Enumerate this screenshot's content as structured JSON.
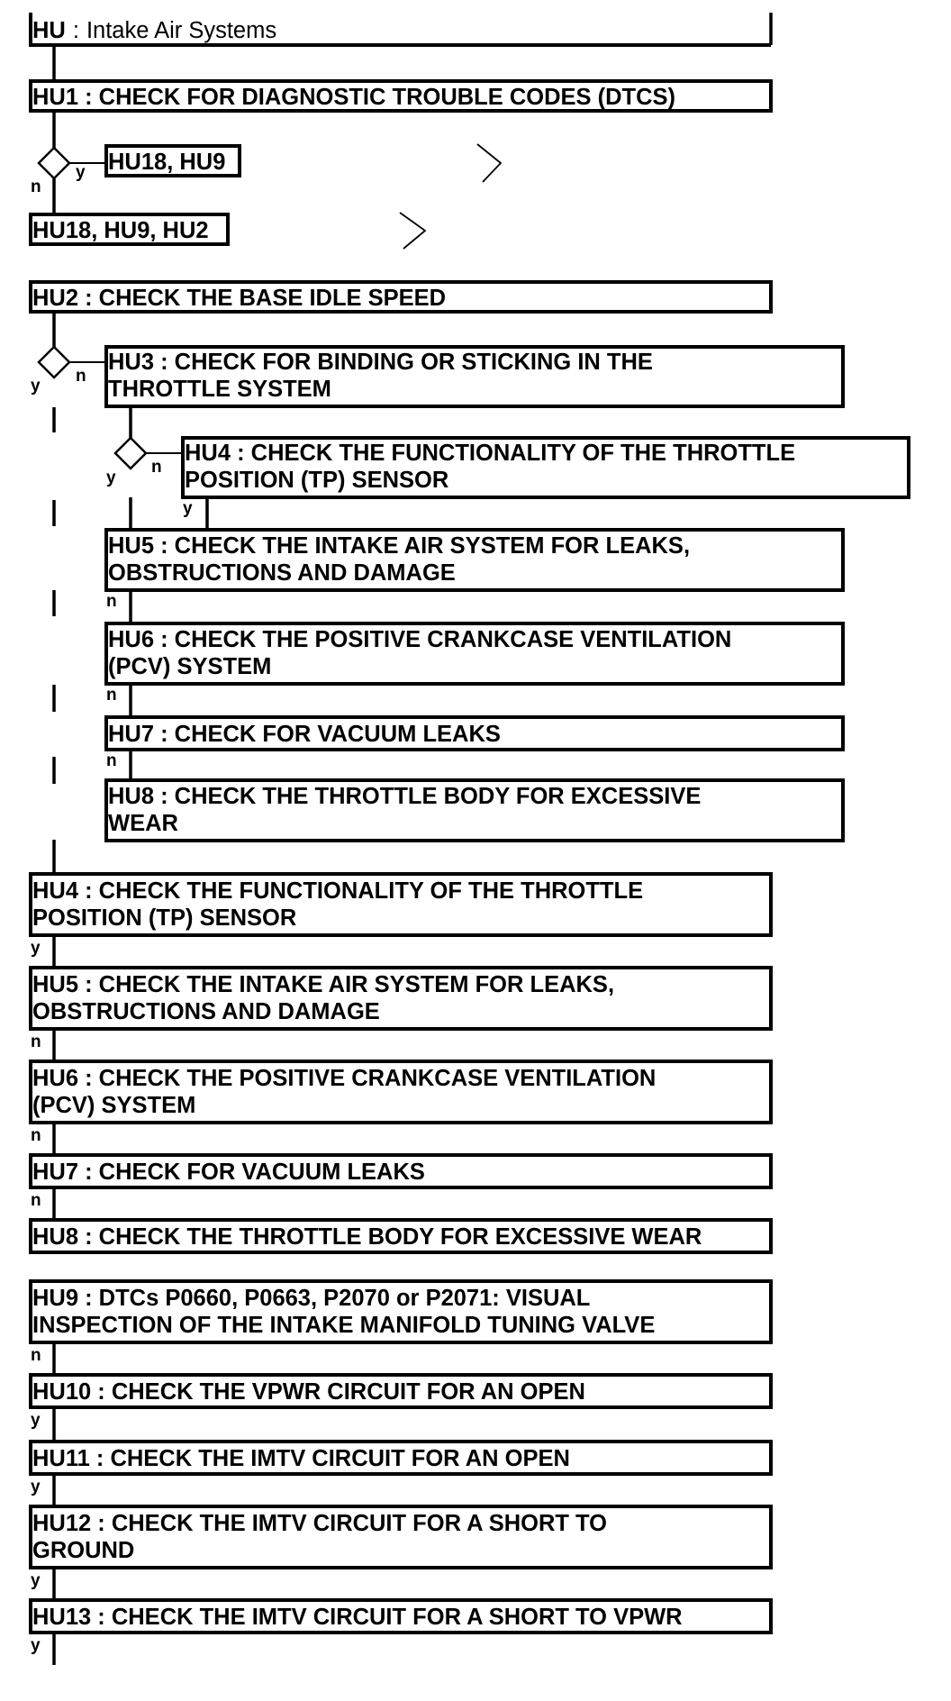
{
  "title_box": {
    "code": "HU",
    "name": "Intake Air Systems"
  },
  "steps": {
    "hu1": {
      "lines": [
        "HU1 : CHECK FOR DIAGNOSTIC TROUBLE CODES (DTCS)"
      ]
    },
    "hu1_yes": {
      "lines": [
        "HU18, HU9"
      ]
    },
    "hu1_no": {
      "lines": [
        "HU18, HU9, HU2"
      ]
    },
    "hu2": {
      "lines": [
        "HU2 : CHECK THE BASE IDLE SPEED"
      ]
    },
    "hu3": {
      "lines": [
        "HU3 : CHECK FOR BINDING OR STICKING IN THE",
        "THROTTLE SYSTEM"
      ]
    },
    "hu4_inner": {
      "lines": [
        "HU4 : CHECK THE FUNCTIONALITY OF THE THROTTLE",
        "POSITION (TP) SENSOR"
      ]
    },
    "hu5_inner": {
      "lines": [
        "HU5 : CHECK THE INTAKE AIR SYSTEM FOR LEAKS,",
        "OBSTRUCTIONS AND DAMAGE"
      ]
    },
    "hu6_inner": {
      "lines": [
        "HU6 : CHECK THE POSITIVE CRANKCASE VENTILATION",
        "(PCV) SYSTEM"
      ]
    },
    "hu7_inner": {
      "lines": [
        "HU7 : CHECK FOR VACUUM LEAKS"
      ]
    },
    "hu8_inner": {
      "lines": [
        "HU8 : CHECK THE THROTTLE BODY FOR EXCESSIVE",
        "WEAR"
      ]
    },
    "hu4": {
      "lines": [
        "HU4 : CHECK THE FUNCTIONALITY OF THE THROTTLE",
        "POSITION (TP) SENSOR"
      ]
    },
    "hu5": {
      "lines": [
        "HU5 : CHECK THE INTAKE AIR SYSTEM FOR LEAKS,",
        "OBSTRUCTIONS AND DAMAGE"
      ]
    },
    "hu6": {
      "lines": [
        "HU6 : CHECK THE POSITIVE CRANKCASE VENTILATION",
        "(PCV) SYSTEM"
      ]
    },
    "hu7": {
      "lines": [
        "HU7 : CHECK FOR VACUUM LEAKS"
      ]
    },
    "hu8": {
      "lines": [
        "HU8 : CHECK THE THROTTLE BODY FOR EXCESSIVE WEAR"
      ]
    },
    "hu9": {
      "lines": [
        "HU9 : DTCs P0660, P0663, P2070 or P2071: VISUAL",
        "INSPECTION OF THE INTAKE MANIFOLD TUNING VALVE"
      ]
    },
    "hu10": {
      "lines": [
        "HU10 : CHECK THE VPWR CIRCUIT FOR AN OPEN"
      ]
    },
    "hu11": {
      "lines": [
        "HU11 : CHECK THE IMTV CIRCUIT FOR AN OPEN"
      ]
    },
    "hu12": {
      "lines": [
        "HU12 : CHECK THE IMTV CIRCUIT FOR A SHORT TO",
        "GROUND"
      ]
    },
    "hu13": {
      "lines": [
        "HU13 : CHECK THE IMTV CIRCUIT FOR A SHORT TO VPWR"
      ]
    }
  },
  "branch_labels": {
    "d1_no": "n",
    "d1_yes": "y",
    "d2_yes": "y",
    "d2_no": "n",
    "d3_yes": "y",
    "d3_no": "n",
    "hu4_inner_out": "y",
    "hu5_inner_out": "n",
    "hu6_inner_out": "n",
    "hu7_inner_out": "n",
    "hu4_out": "y",
    "hu5_out": "n",
    "hu6_out": "n",
    "hu7_out": "n",
    "hu9_out": "n",
    "hu10_out": "y",
    "hu11_out": "y",
    "hu12_out": "y",
    "hu13_out": "y"
  }
}
